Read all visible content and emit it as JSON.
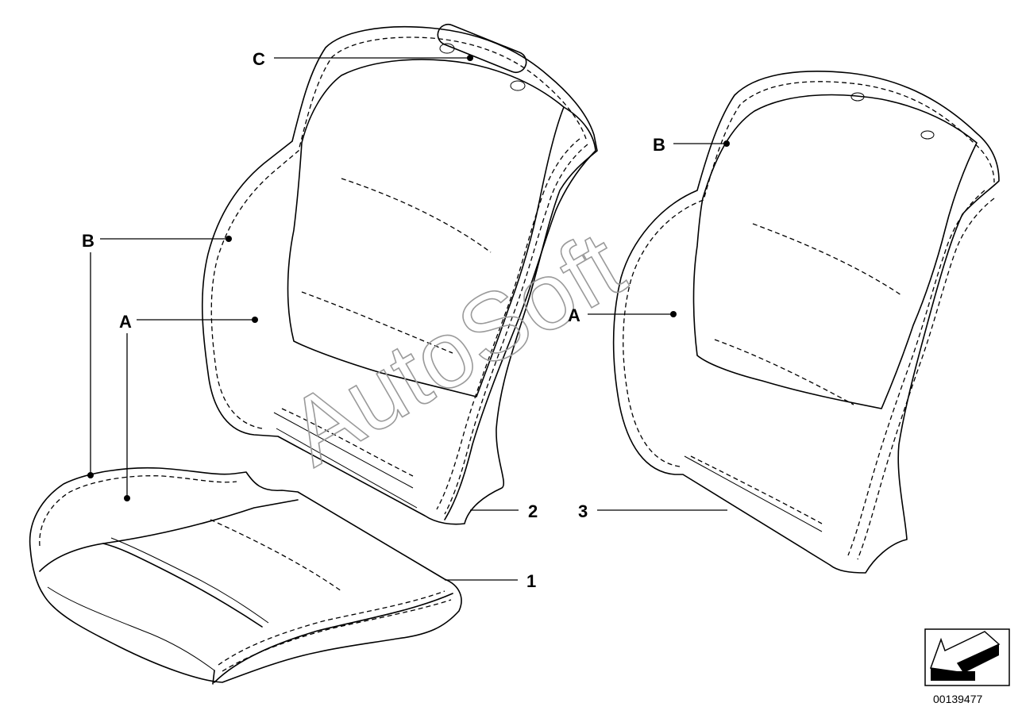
{
  "callouts": {
    "A_left": "A",
    "A_left_seat": "A",
    "A_right": "A",
    "B_left": "B",
    "B_right": "B",
    "C": "C"
  },
  "part_numbers": {
    "p1": "1",
    "p2": "2",
    "p3": "3"
  },
  "watermark": "AutoSoft",
  "document_id": "00139477"
}
